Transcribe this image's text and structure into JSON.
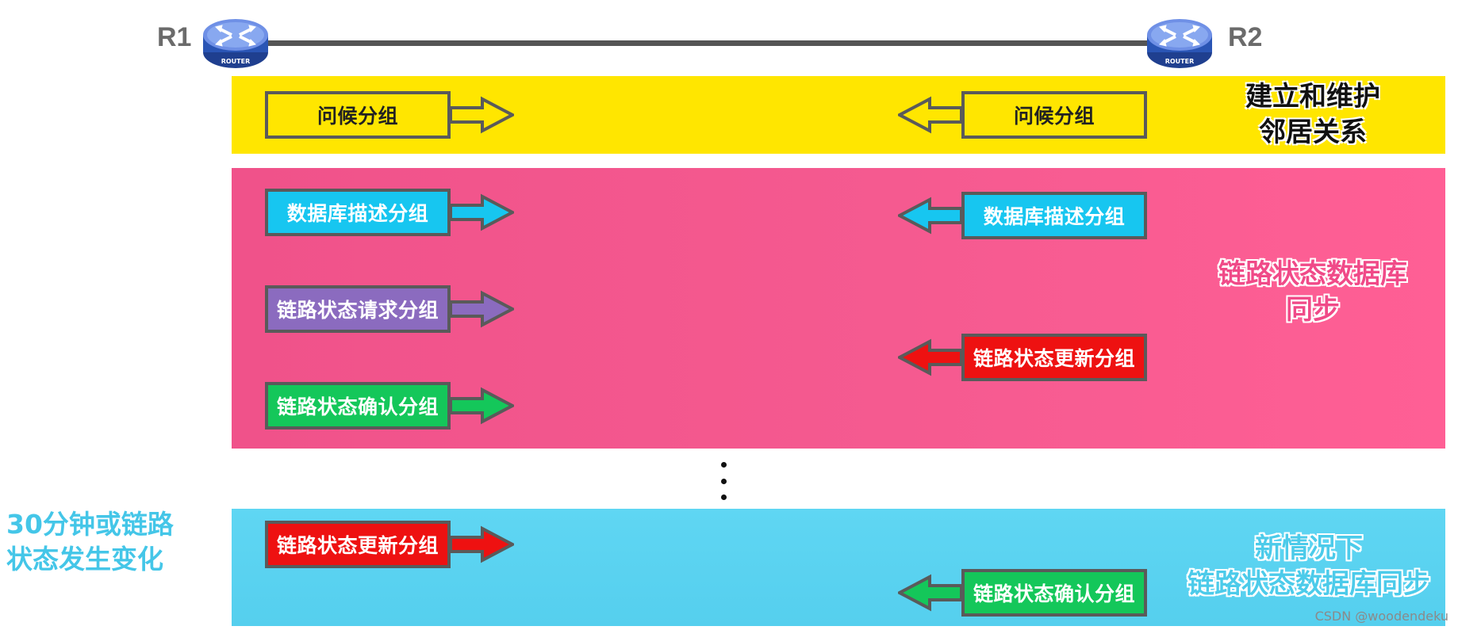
{
  "routers": {
    "left": {
      "label": "R1",
      "badge": "ROUTER"
    },
    "right": {
      "label": "R2",
      "badge": "ROUTER"
    }
  },
  "sections": {
    "neighbor": {
      "label_lines": [
        "建立和维护",
        "邻居关系"
      ],
      "left_packet": {
        "text": "问候分组",
        "color": "#ffe600",
        "text_color": "#222222"
      },
      "right_packet": {
        "text": "问候分组",
        "color": "#ffe600",
        "text_color": "#222222"
      }
    },
    "lsdb_sync": {
      "label_lines": [
        "链路状态数据库",
        "同步"
      ],
      "left_packets": [
        {
          "text": "数据库描述分组",
          "color": "#17c6f0"
        },
        {
          "text": "链路状态请求分组",
          "color": "#8b6bbf"
        },
        {
          "text": "链路状态确认分组",
          "color": "#14c75a"
        }
      ],
      "right_packets": [
        {
          "text": "数据库描述分组",
          "color": "#17c6f0"
        },
        {
          "text": "链路状态更新分组",
          "color": "#ee1111"
        }
      ]
    },
    "new_state": {
      "label_lines": [
        "新情况下",
        "链路状态数据库同步"
      ],
      "left_packet": {
        "text": "链路状态更新分组",
        "color": "#ee1111"
      },
      "right_packet": {
        "text": "链路状态确认分组",
        "color": "#14c75a"
      }
    }
  },
  "side_note_lines": [
    "30分钟或链路",
    "状态发生变化"
  ],
  "watermark": "CSDN @woodendeku"
}
